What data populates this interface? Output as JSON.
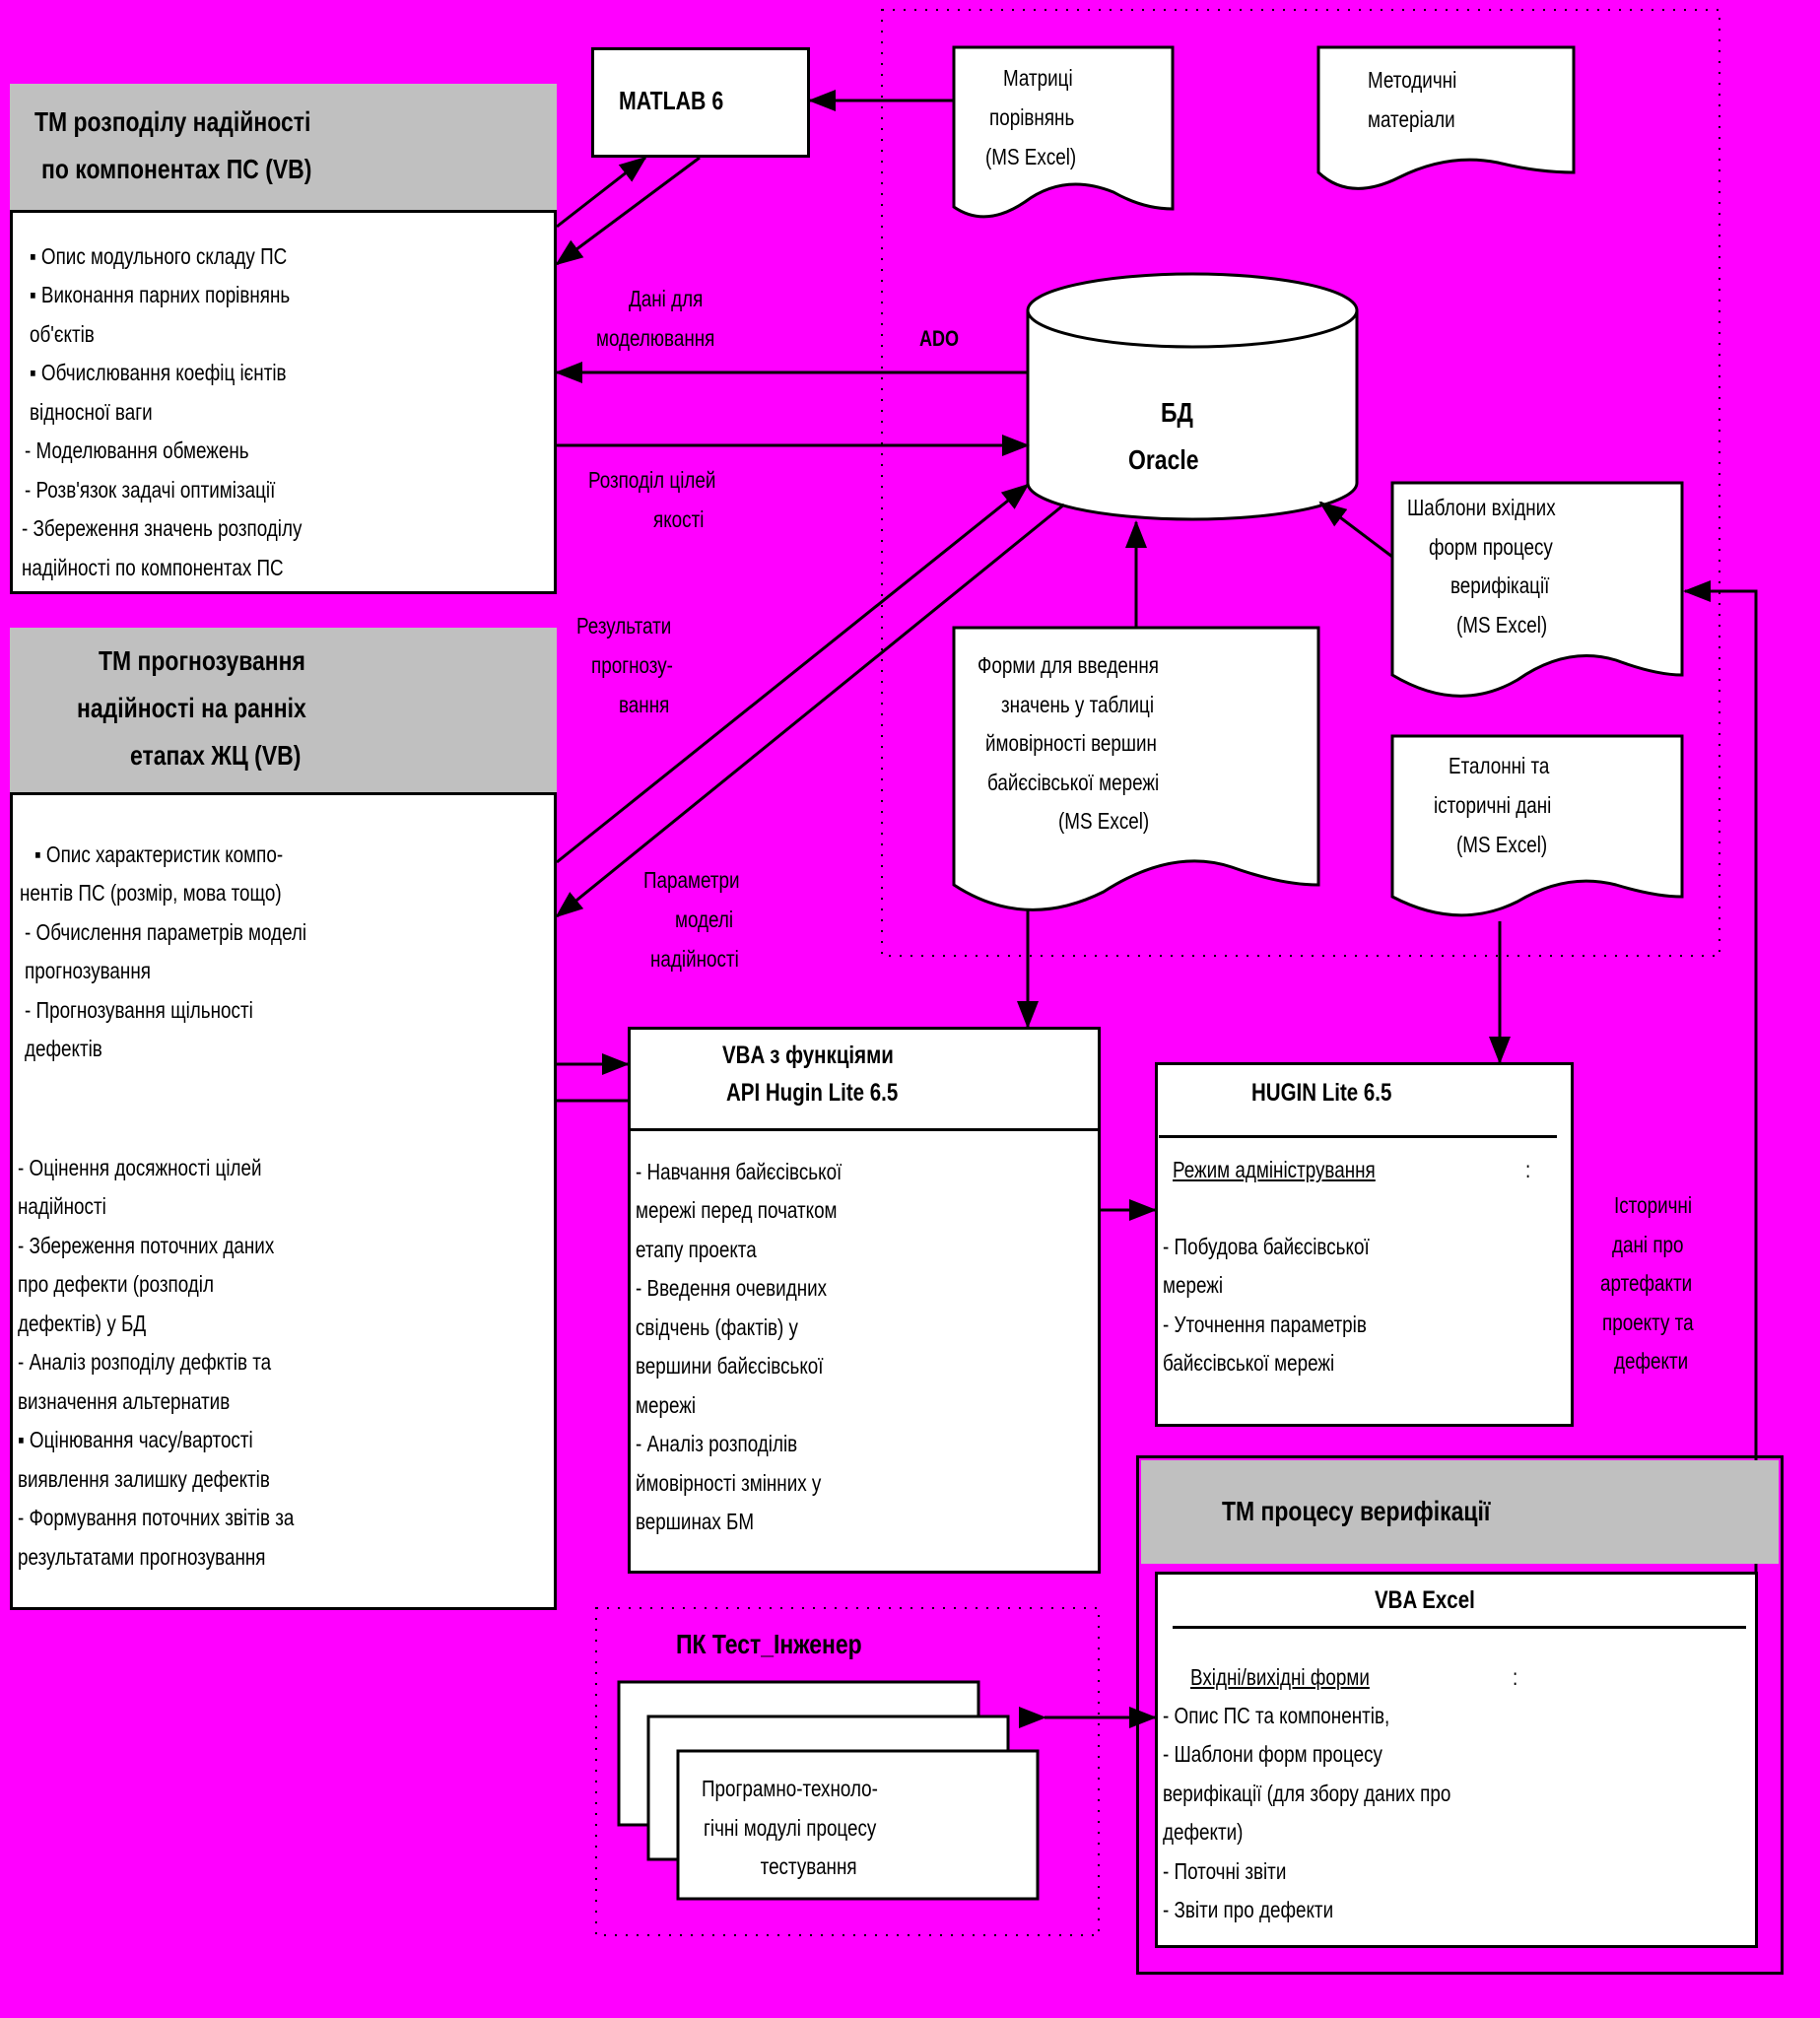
{
  "reliability_dist": {
    "title_lines": [
      "ТМ розподілу надійності",
      "по компонентах ПС (VB)"
    ],
    "items": [
      "▪  Опис  модульного складу ПС",
      "▪  Виконання парних  порівнянь",
      "об'єктів",
      "▪  Обчислювання коефіц ієнтів",
      "відносної ваги",
      "- Моделювання обмежень",
      "- Розв'язок задачі оптимізації",
      "- Збереження значень розподілу",
      "  надійності по компонентах ПС"
    ]
  },
  "reliability_pred": {
    "title_lines": [
      "ТМ прогнозування",
      "надійності на ранніх",
      "етапах ЖЦ (VB)"
    ],
    "items_top": [
      "▪  Опис  характеристик компо-",
      "нентів ПС (розмір, мова тощо)",
      "- Обчислення параметрів моделі",
      "  прогнозування",
      "- Прогнозування щільності",
      "  дефектів"
    ],
    "items_bottom": [
      "- Оцінення досяжності цілей",
      "  надійності",
      "- Збереження поточних даних",
      "  про  дефекти (розподіл",
      "  дефектів)  у  БД",
      "- Аналіз розподілу дефктів та",
      "  визначення альтернатив",
      "  ▪  Оцінювання часу/вартості",
      "  виявлення залишку дефектів",
      "- Формування поточних звітів за",
      "  результатами прогнозування"
    ]
  },
  "matlab": {
    "label": "MATLAB 6"
  },
  "docs": {
    "matrices": [
      "Матриці",
      "порівнянь",
      "(MS Excel)"
    ],
    "methodical": [
      "Методичні",
      "матеріали"
    ],
    "templates": [
      "Шаблони вхідних",
      "форм процесу",
      "верифікації",
      "(MS Excel)"
    ],
    "forms": [
      "Форми для введення",
      "значень у таблиці",
      "ймовірності вершин",
      "байєсівської мережі",
      "(MS Excel)"
    ],
    "reference": [
      "Еталонні та",
      "історичні дані",
      "(MS Excel)"
    ]
  },
  "db": {
    "line1": "БД",
    "line2": "Oracle"
  },
  "labels": {
    "ado": "ADO",
    "data_modeling": [
      "Дані  для",
      "моделювання"
    ],
    "quality_goals": [
      "Розподіл цілей",
      "якості"
    ],
    "prediction_results": [
      "Результати",
      "прогнозу-",
      "вання"
    ],
    "model_params": [
      "Параметри",
      "моделі",
      "надійності"
    ],
    "historical": [
      "Історичні",
      "дані  про",
      "артефакти",
      "проекту та",
      "дефекти"
    ]
  },
  "vba_hugin": {
    "title_lines": [
      "VBA  з функціями",
      "API Hugin Lite 6.5"
    ],
    "items": [
      "-   Навчання байєсівської",
      "  мережі перед початком",
      "  етапу проекта",
      "- Введення очевидних",
      "  свідчень (фактів)   у",
      "  вершини  байєсівської",
      "  мережі",
      "- Аналіз розподілів",
      "  ймовірності змінних у",
      "  вершинах БМ"
    ]
  },
  "hugin": {
    "title": "HUGIN Lite 6.5",
    "mode": "Режим адміністрування",
    "colon": ":",
    "items": [
      "- Побудова байєсівської",
      "  мережі",
      "- Уточнення параметрів",
      "  байєсівської мережі"
    ]
  },
  "verification": {
    "title": "ТМ процесу верифікації",
    "vba_title": "VBA Excel",
    "forms_title": "Вхідні/вихідні форми",
    "colon": ":",
    "items": [
      "- Опис ПС та компонентів,",
      "- Шаблони форм процесу",
      "   верифікації   (для збору даних про",
      "   дефекти)",
      "-  Поточні звіти",
      "-  Звіти про дефекти"
    ]
  },
  "pk": {
    "title": "ПК Тест_Інженер",
    "doc_lines": [
      "Програмно-техноло-",
      "гічні модулі процесу",
      "           тестування"
    ]
  }
}
